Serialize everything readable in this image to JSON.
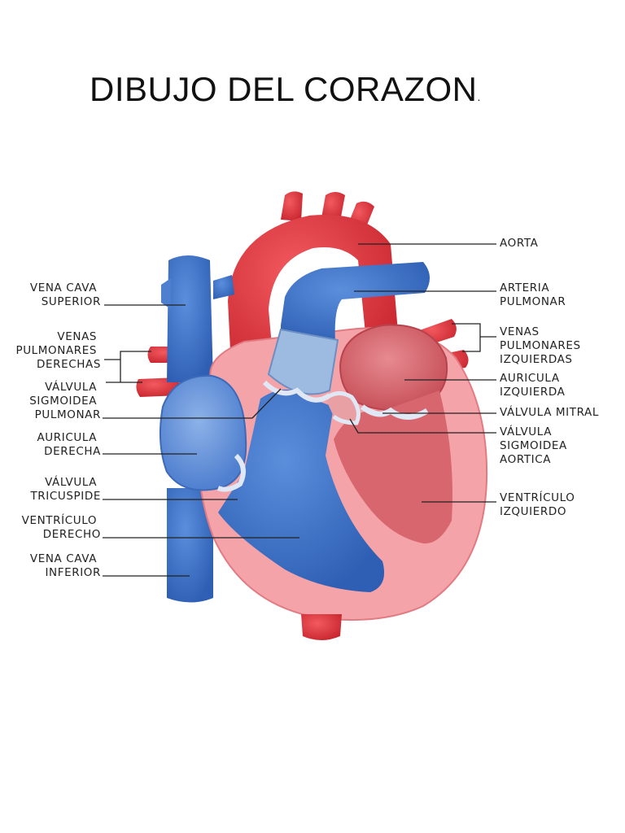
{
  "title": "DIBUJO DEL CORAZON",
  "title_suffix": ".",
  "colors": {
    "oxygenated": "#e8424a",
    "deoxygenated": "#3f74c8",
    "muscle": "#f4a3a8",
    "chamber_left": "#d8666f"
  },
  "labels": {
    "aorta": "AORTA",
    "arteria_pulmonar": [
      "ARTERIA",
      "PULMONAR"
    ],
    "venas_pulmonares_izquierdas": [
      "VENAS",
      "PULMONARES",
      "IZQUIERDAS"
    ],
    "auricula_izquierda": [
      "AURICULA",
      "IZQUIERDA"
    ],
    "valvula_mitral": "VÁLVULA MITRAL",
    "valvula_sigmoidea_aortica": [
      "VÁLVULA",
      "SIGMOIDEA",
      "AORTICA"
    ],
    "ventriculo_izquierdo": [
      "VENTRÍCULO",
      "IZQUIERDO"
    ],
    "vena_cava_superior": [
      "VENA CAVA",
      "SUPERIOR"
    ],
    "venas_pulmonares_derechas": [
      "VENAS",
      "PULMONARES",
      "DERECHAS"
    ],
    "valvula_sigmoidea_pulmonar": [
      "VÁLVULA",
      "SIGMOIDEA",
      "PULMONAR"
    ],
    "auricula_derecha": [
      "AURICULA",
      "DERECHA"
    ],
    "valvula_tricuspide": [
      "VÁLVULA",
      "TRICUSPIDE"
    ],
    "ventriculo_derecho": [
      "VENTRÍCULO",
      "DERECHO"
    ],
    "vena_cava_inferior": [
      "VENA CAVA",
      "INFERIOR"
    ]
  }
}
